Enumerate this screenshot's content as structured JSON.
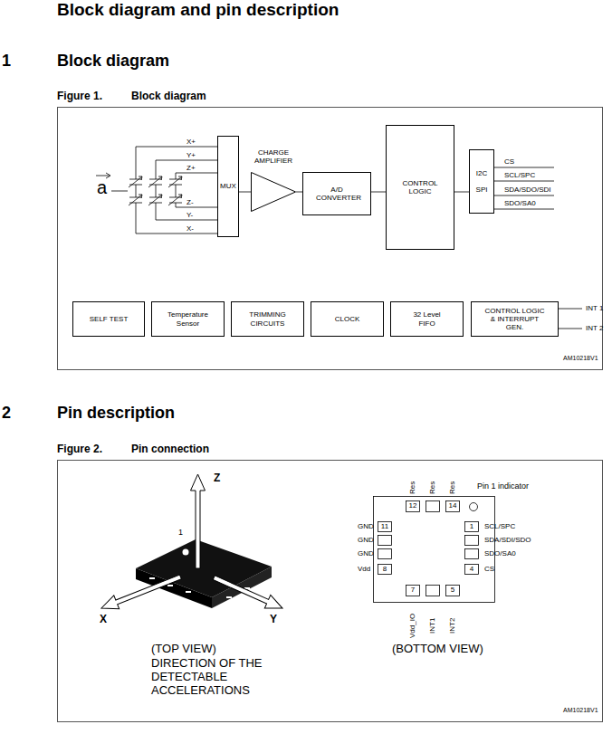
{
  "diagram": {
    "title": "Block diagram and pin description",
    "nodes": [
      {
        "text": [
          "MUX"
        ]
      },
      {
        "text": [
          "CHARGE AMPLIFIER"
        ]
      },
      {
        "text": [
          "A/D CONVERTER"
        ]
      },
      {
        "text": [
          "CONTROL LOGIC"
        ]
      },
      {
        "text": [
          "I2C",
          "SPI"
        ]
      },
      {
        "text": [
          "SELF TEST"
        ]
      },
      {
        "text": [
          "Temperature Sensor"
        ]
      },
      {
        "text": [
          "TRIMMING CIRCUITS"
        ]
      },
      {
        "text": [
          "CLOCK"
        ]
      },
      {
        "text": [
          "32 Level FIFO"
        ]
      },
      {
        "text": [
          "CONTROL LOGIC & INTERRUPT GEN."
        ]
      }
    ],
    "edges": [
      {
        "from": 0,
        "to": 1,
        "arrow": "none"
      },
      {
        "from": 1,
        "to": 2,
        "arrow": "none"
      },
      {
        "from": 2,
        "to": 3,
        "arrow": "none"
      },
      {
        "from": 3,
        "to": 4,
        "arrow": "none"
      }
    ],
    "labels": [
      "1",
      "Block diagram",
      "Figure 1.",
      "Block diagram",
      "X+",
      "Y+",
      "Z+",
      "Z-",
      "Y-",
      "X-",
      "a",
      "CS",
      "SCL/SPC",
      "SDA/SDO/SDI",
      "SDO/SA0",
      "INT 1",
      "INT 2",
      "AM10218V1",
      "2",
      "Pin description",
      "Figure 2.",
      "Pin connection",
      "Z",
      "1",
      "X",
      "Y",
      "(TOP VIEW)",
      "DIRECTION OF THE DETECTABLE ACCELERATIONS",
      "Res",
      "Res",
      "Res",
      "Pin 1 indicator",
      "12",
      "14",
      "GND",
      "11",
      "GND",
      "GND",
      "Vdd",
      "8",
      "1",
      "SCL/SPC",
      "SDA/SDI/SDO",
      "SDO/SA0",
      "4",
      "CS",
      "7",
      "5",
      "Vdd_IO",
      "INT1",
      "INT2",
      "(BOTTOM VIEW)",
      "AM10218V1"
    ]
  }
}
